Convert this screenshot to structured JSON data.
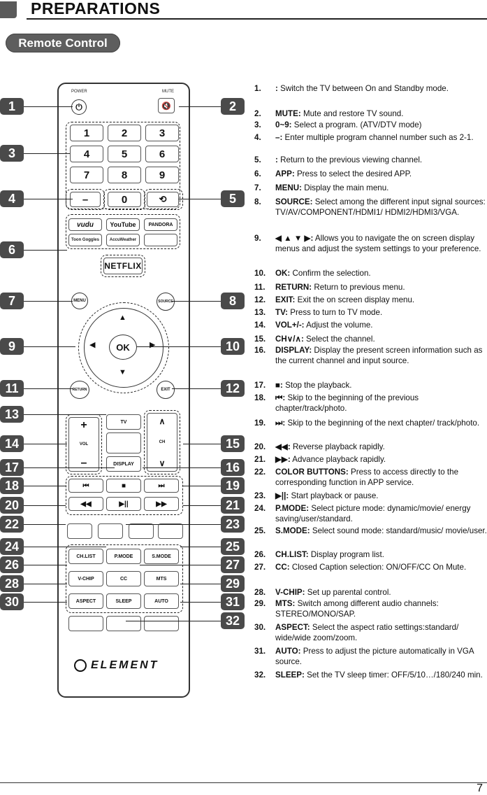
{
  "header": {
    "title": "PREPARATIONS",
    "section": "Remote Control"
  },
  "remote": {
    "power_label": "POWER",
    "mute_label": "MUTE",
    "digits": [
      "1",
      "2",
      "3",
      "4",
      "5",
      "6",
      "7",
      "8",
      "9",
      "–",
      "0"
    ],
    "apps": [
      "vudu",
      "YouTube",
      "PANDORA",
      "Toon Goggles",
      "AccuWeather",
      "NETFLIX"
    ],
    "menu_label": "MENU",
    "source_label": "SOURCE",
    "ok_label": "OK",
    "return_label": "RETURN",
    "exit_label": "EXIT",
    "tv_label": "TV",
    "vol_label": "VOL",
    "ch_label": "CH",
    "display_label": "DISPLAY",
    "function_row1": [
      "CH.LIST",
      "P.MODE",
      "S.MODE"
    ],
    "function_row2": [
      "V-CHIP",
      "CC",
      "MTS"
    ],
    "function_row3": [
      "ASPECT",
      "SLEEP",
      "AUTO"
    ],
    "brand": "ELEMENT"
  },
  "badges": [
    "1",
    "2",
    "3",
    "4",
    "5",
    "6",
    "7",
    "8",
    "9",
    "10",
    "11",
    "12",
    "13",
    "14",
    "15",
    "16",
    "17",
    "18",
    "19",
    "20",
    "21",
    "22",
    "23",
    "24",
    "25",
    "26",
    "27",
    "28",
    "29",
    "30",
    "31",
    "32"
  ],
  "descriptions": [
    {
      "num": "1.",
      "key": ":",
      "text": "Switch the TV between On and Standby mode."
    },
    {
      "num": "2.",
      "key": "MUTE:",
      "text": "Mute and restore TV sound."
    },
    {
      "num": "3.",
      "key": "0~9:",
      "text": "Select a program. (ATV/DTV mode)"
    },
    {
      "num": "4.",
      "key": "–:",
      "text": "Enter multiple program channel number such as 2-1."
    },
    {
      "num": "5.",
      "key": ":",
      "text": "Return to the previous viewing channel."
    },
    {
      "num": "6.",
      "key": "APP:",
      "text": "Press to select the desired APP."
    },
    {
      "num": "7.",
      "key": "MENU:",
      "text": "Display the main menu."
    },
    {
      "num": "8.",
      "key": "SOURCE:",
      "text": "Select among the different input signal sources: TV/AV/COMPONENT/HDMI1/ HDMI2/HDMI3/VGA."
    },
    {
      "num": "9.",
      "key": "◀ ▲ ▼ ▶:",
      "text": "Allows you to navigate the on screen display menus and adjust the system settings to your preference."
    },
    {
      "num": "10.",
      "key": "OK:",
      "text": "Confirm the selection."
    },
    {
      "num": "11.",
      "key": "RETURN:",
      "text": "Return to previous menu."
    },
    {
      "num": "12.",
      "key": "EXIT:",
      "text": "Exit the on screen display menu."
    },
    {
      "num": "13.",
      "key": "TV:",
      "text": "Press to turn to TV mode."
    },
    {
      "num": "14.",
      "key": "VOL+/-:",
      "text": "Adjust the volume."
    },
    {
      "num": "15.",
      "key": "CH∨/∧:",
      "text": "Select the channel."
    },
    {
      "num": "16.",
      "key": "DISPLAY:",
      "text": "Display the present screen information such as the current channel and input source."
    },
    {
      "num": "17.",
      "key": "■:",
      "text": "Stop the playback."
    },
    {
      "num": "18.",
      "key": "⏮:",
      "text": "Skip to the beginning of the previous chapter/track/photo."
    },
    {
      "num": "19.",
      "key": "⏭:",
      "text": "Skip to the beginning of the next chapter/ track/photo."
    },
    {
      "num": "20.",
      "key": "◀◀:",
      "text": "Reverse playback rapidly."
    },
    {
      "num": "21.",
      "key": "▶▶:",
      "text": "Advance playback rapidly."
    },
    {
      "num": "22.",
      "key": "COLOR BUTTONS:",
      "text": "Press to access directly to the corresponding function in APP service."
    },
    {
      "num": "23.",
      "key": "▶||:",
      "text": "Start playback or pause."
    },
    {
      "num": "24.",
      "key": "P.MODE:",
      "text": "Select picture mode: dynamic/movie/ energy saving/user/standard."
    },
    {
      "num": "25.",
      "key": "S.MODE:",
      "text": "Select sound mode: standard/music/ movie/user."
    },
    {
      "num": "26.",
      "key": "CH.LIST:",
      "text": "Display program list."
    },
    {
      "num": "27.",
      "key": "CC:",
      "text": "Closed Caption selection: ON/OFF/CC On Mute."
    },
    {
      "num": "28.",
      "key": "V-CHIP:",
      "text": "Set up parental control."
    },
    {
      "num": "29.",
      "key": "MTS:",
      "text": "Switch among different audio channels: STEREO/MONO/SAP."
    },
    {
      "num": "30.",
      "key": "ASPECT:",
      "text": "Select the aspect ratio settings:standard/ wide/wide zoom/zoom."
    },
    {
      "num": "31.",
      "key": "AUTO:",
      "text": "Press to adjust the picture automatically in VGA source."
    },
    {
      "num": "32.",
      "key": "SLEEP:",
      "text": "Set the TV sleep timer: OFF/5/10…/180/240 min."
    }
  ],
  "page_number": "7"
}
